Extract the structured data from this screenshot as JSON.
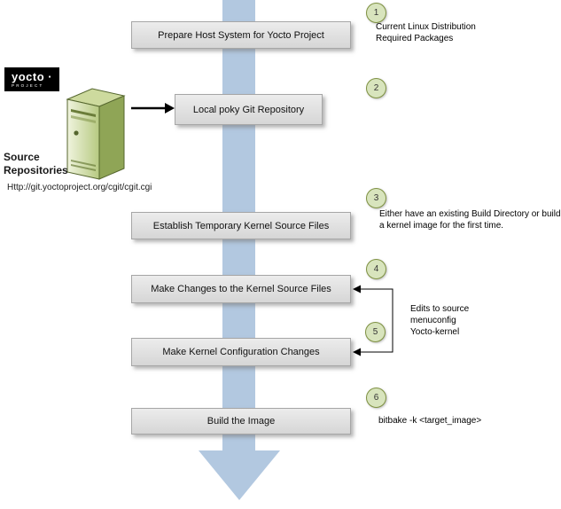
{
  "diagram": {
    "steps": [
      {
        "number": "1",
        "label": "Prepare Host System for Yocto Project"
      },
      {
        "number": "2",
        "label": "Local poky Git Repository"
      },
      {
        "number": "3",
        "label": "Establish Temporary Kernel Source Files"
      },
      {
        "number": "4",
        "label": "Make Changes to the Kernel Source Files"
      },
      {
        "number": "5",
        "label": "Make Kernel Configuration Changes"
      },
      {
        "number": "6",
        "label": "Build the Image"
      }
    ],
    "annotations": {
      "step1": "Current Linux Distribution\nRequired Packages",
      "step3": "Either have an existing Build Directory or build a kernel image for the first time.",
      "steps45": "Edits to source\nmenuconfig\nYocto-kernel",
      "step6": "bitbake -k <target_image>"
    },
    "source": {
      "logo_word": "yocto ·",
      "logo_sub": "PROJECT",
      "label": "Source\nRepositories",
      "url": "Http://git.yoctoproject.org/cgit/cgit.cgi"
    },
    "colors": {
      "flow_arrow_blue": "#b2c8e0",
      "box_gray": "#d9d9d9",
      "badge_green_fill": "#d8e4bd",
      "badge_green_border": "#7e9141",
      "server_green": "#9db36b"
    }
  }
}
